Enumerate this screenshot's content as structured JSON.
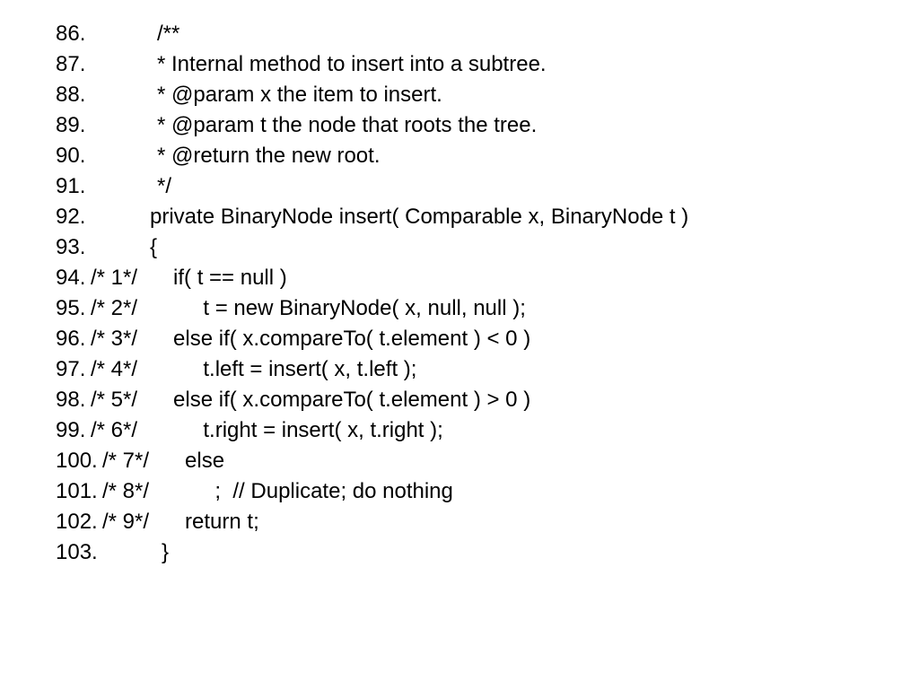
{
  "lines": [
    {
      "number": "86.",
      "text": "/**"
    },
    {
      "number": "87.",
      "text": "* Internal method to insert into a subtree."
    },
    {
      "number": "88.",
      "text": "* @param x the item to insert."
    },
    {
      "number": "89.",
      "text": "* @param t the node that roots the tree."
    },
    {
      "number": "90.",
      "text": "* @return the new root."
    },
    {
      "number": "91.",
      "text": "*/"
    },
    {
      "number": "92.",
      "text": "private BinaryNode insert( Comparable x, BinaryNode t )"
    },
    {
      "number": "93.",
      "text": "{"
    },
    {
      "number": "94.",
      "text": "/* 1*/      if( t == null )"
    },
    {
      "number": "95.",
      "text": "/* 2*/           t = new BinaryNode( x, null, null );"
    },
    {
      "number": "96.",
      "text": "/* 3*/      else if( x.compareTo( t.element ) < 0 )"
    },
    {
      "number": "97.",
      "text": "/* 4*/           t.left = insert( x, t.left );"
    },
    {
      "number": "98.",
      "text": "/* 5*/      else if( x.compareTo( t.element ) > 0 )"
    },
    {
      "number": "99.",
      "text": "/* 6*/           t.right = insert( x, t.right );"
    },
    {
      "number": "100.",
      "text": "/* 7*/      else"
    },
    {
      "number": "101.",
      "text": "/* 8*/           ;  // Duplicate; do nothing"
    },
    {
      "number": "102.",
      "text": "/* 9*/      return t;"
    },
    {
      "number": "103.",
      "text": "}"
    }
  ]
}
